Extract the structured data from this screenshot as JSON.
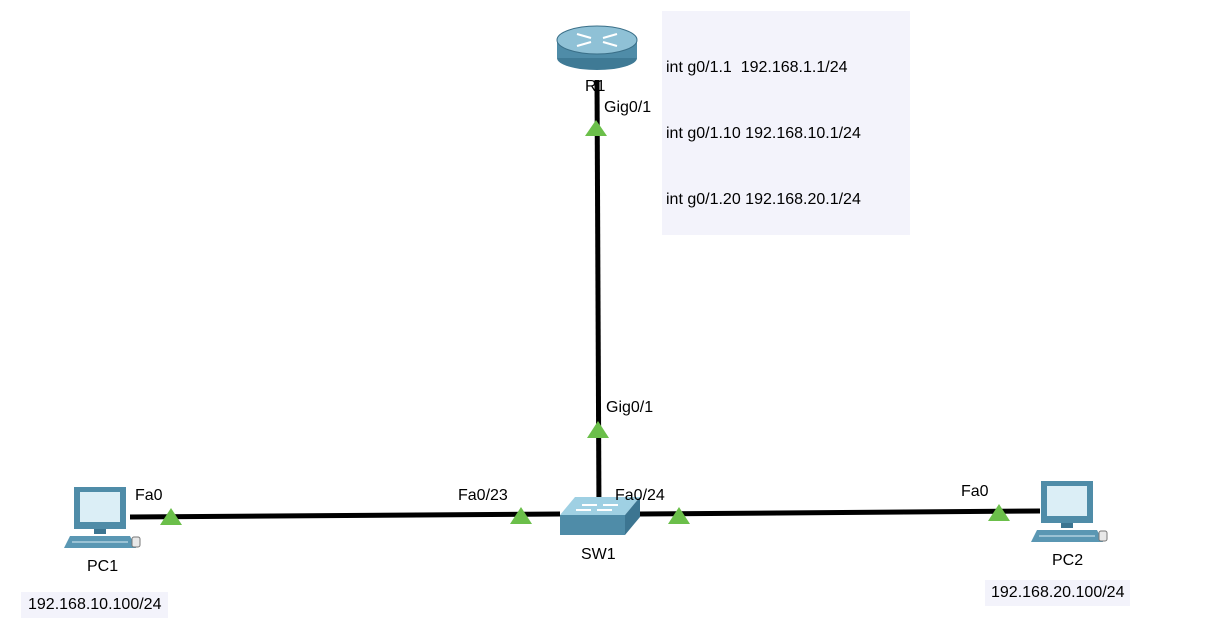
{
  "devices": {
    "router": {
      "label": "R1"
    },
    "switch": {
      "label": "SW1"
    },
    "pc1": {
      "label": "PC1"
    },
    "pc2": {
      "label": "PC2"
    }
  },
  "interfaces": {
    "r1_gig": "Gig0/1",
    "sw1_gig": "Gig0/1",
    "sw1_fa23": "Fa0/23",
    "sw1_fa24": "Fa0/24",
    "pc1_fa": "Fa0",
    "pc2_fa": "Fa0"
  },
  "notes": {
    "router_config": [
      "int g0/1.1  192.168.1.1/24",
      "int g0/1.10 192.168.10.1/24",
      "int g0/1.20 192.168.20.1/24"
    ],
    "pc1_ip": "192.168.10.100/24",
    "pc2_ip": "192.168.20.100/24"
  },
  "links": [
    {
      "from": "R1",
      "to": "SW1",
      "status": "up"
    },
    {
      "from": "PC1",
      "to": "SW1",
      "status": "up"
    },
    {
      "from": "SW1",
      "to": "PC2",
      "status": "up"
    }
  ],
  "colors": {
    "link": "#000000",
    "link_up_indicator": "#6bbf4a",
    "note_background": "#f3f3fb",
    "device_body": "#5a97b3"
  }
}
